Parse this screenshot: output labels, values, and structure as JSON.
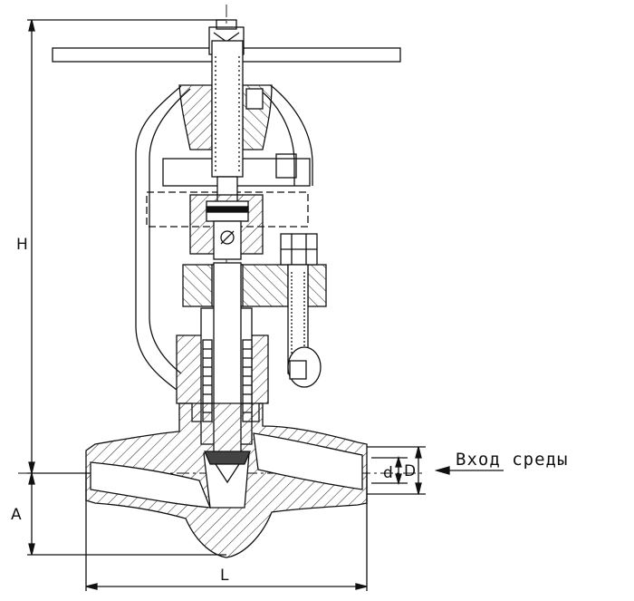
{
  "drawing": {
    "labels": {
      "height_H": "H",
      "height_A": "A",
      "length_L": "L",
      "diam_small": "d",
      "diam_large": "D",
      "inlet": "Вход среды"
    },
    "colors": {
      "line": "#111111",
      "hatch": "#333333",
      "paper": "#ffffff"
    }
  }
}
